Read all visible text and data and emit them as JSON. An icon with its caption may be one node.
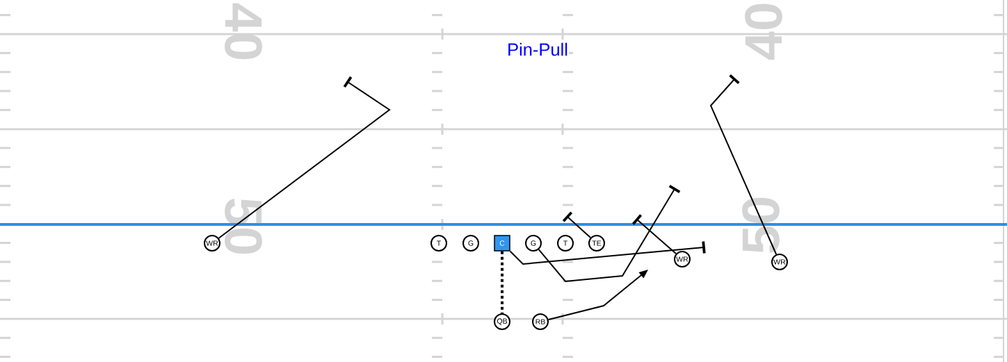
{
  "diagram": {
    "title": "Pin-Pull",
    "nodes": [
      {
        "text": [
          "WR"
        ]
      },
      {
        "text": [
          "T"
        ]
      },
      {
        "text": [
          "G"
        ]
      },
      {
        "text": [
          "C"
        ]
      },
      {
        "text": [
          "G"
        ]
      },
      {
        "text": [
          "T"
        ]
      },
      {
        "text": [
          "TE"
        ]
      },
      {
        "text": [
          "WR"
        ]
      },
      {
        "text": [
          "WR"
        ]
      },
      {
        "text": [
          "QB"
        ]
      },
      {
        "text": [
          "RB"
        ]
      }
    ],
    "edges": [
      {
        "from": 0,
        "to": null,
        "arrow": "other"
      },
      {
        "from": 3,
        "to": null,
        "arrow": "other"
      },
      {
        "from": 3,
        "to": 9,
        "arrow": "none",
        "style": "dashed"
      },
      {
        "from": 4,
        "to": null,
        "arrow": "other"
      },
      {
        "from": 6,
        "to": null,
        "arrow": "other"
      },
      {
        "from": 7,
        "to": null,
        "arrow": "other"
      },
      {
        "from": 8,
        "to": null,
        "arrow": "other"
      },
      {
        "from": 10,
        "to": null,
        "arrow": "to"
      }
    ],
    "labels": [
      "40",
      "40",
      "50",
      "50"
    ]
  }
}
